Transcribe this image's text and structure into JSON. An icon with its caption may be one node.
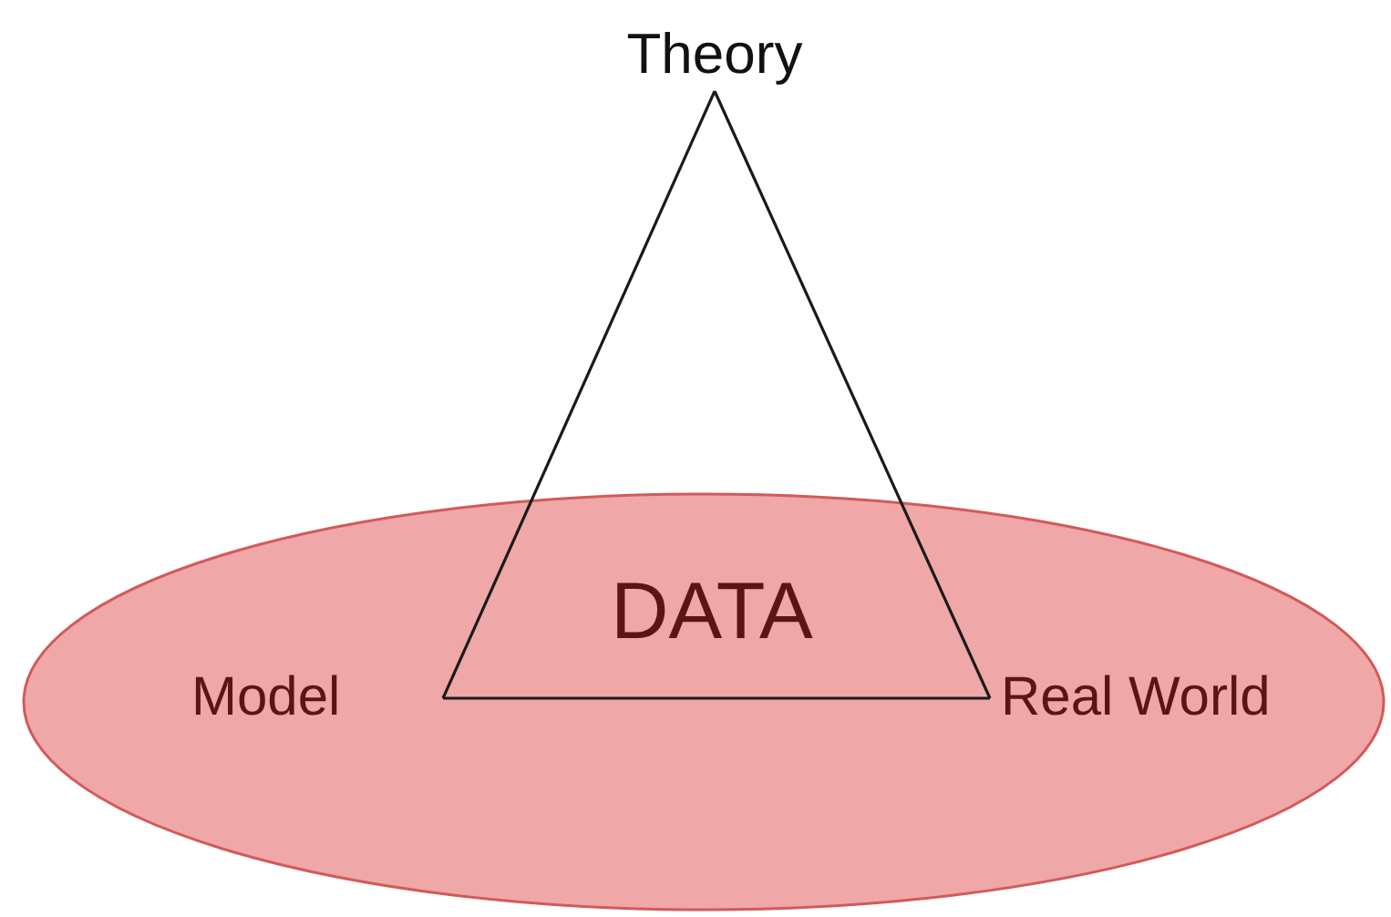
{
  "diagram": {
    "nodes": [
      {
        "text": [
          "Theory"
        ]
      },
      {
        "text": [
          "DATA"
        ]
      },
      {
        "text": [
          "Model"
        ],
        "in": 1
      },
      {
        "text": [
          "Real World"
        ],
        "in": 1
      }
    ],
    "edges": [
      {
        "from": 0,
        "to": 2,
        "arrow": "none"
      },
      {
        "from": 0,
        "to": 3,
        "arrow": "none"
      },
      {
        "from": 2,
        "to": 3,
        "arrow": "none"
      }
    ]
  }
}
